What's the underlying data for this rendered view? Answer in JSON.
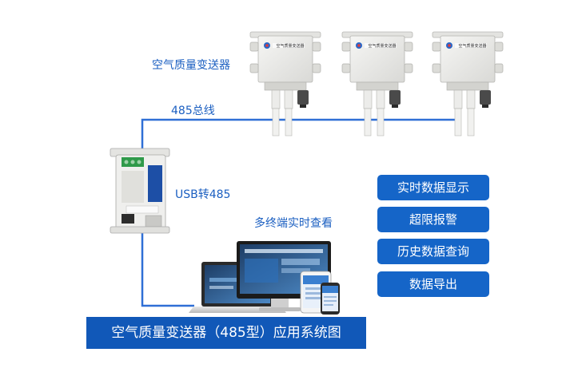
{
  "labels": {
    "transmitter": "空气质量变送器",
    "bus": "485总线",
    "converter": "USB转485",
    "multi_terminal": "多终端实时查看"
  },
  "sensor_logo_text": "空气质量变送器",
  "features": [
    "实时数据显示",
    "超限报警",
    "历史数据查询",
    "数据导出"
  ],
  "caption": "空气质量变送器（485型）应用系统图",
  "colors": {
    "accent": "#1565c8",
    "line": "#2f6fd6",
    "text_blue": "#1b5fc1"
  }
}
